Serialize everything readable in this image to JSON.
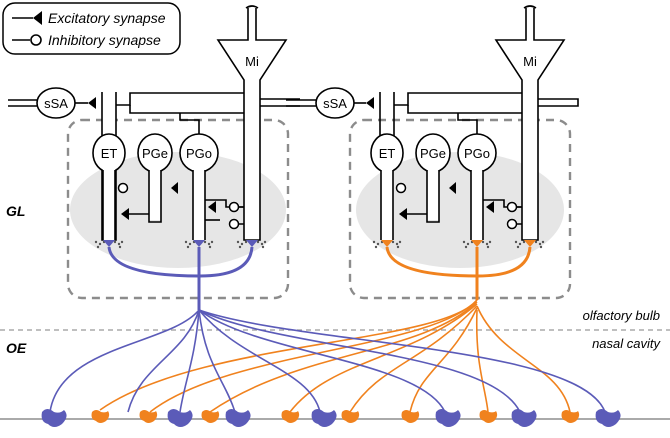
{
  "legend": {
    "excitatory": "Excitatory synapse",
    "inhibitory": "Inhibitory synapse"
  },
  "labels": {
    "gl": "GL",
    "oe": "OE",
    "olfactory_bulb": "olfactory bulb",
    "nasal_cavity": "nasal cavity"
  },
  "cells": {
    "mi": "Mi",
    "ssa": "sSA",
    "et": "ET",
    "pge": "PGe",
    "pgo": "PGo"
  },
  "colors": {
    "blue": "#5b5bb8",
    "orange": "#f0821e",
    "glomerulus": "#e6e6e6",
    "dashed": "#8c8c8c"
  }
}
